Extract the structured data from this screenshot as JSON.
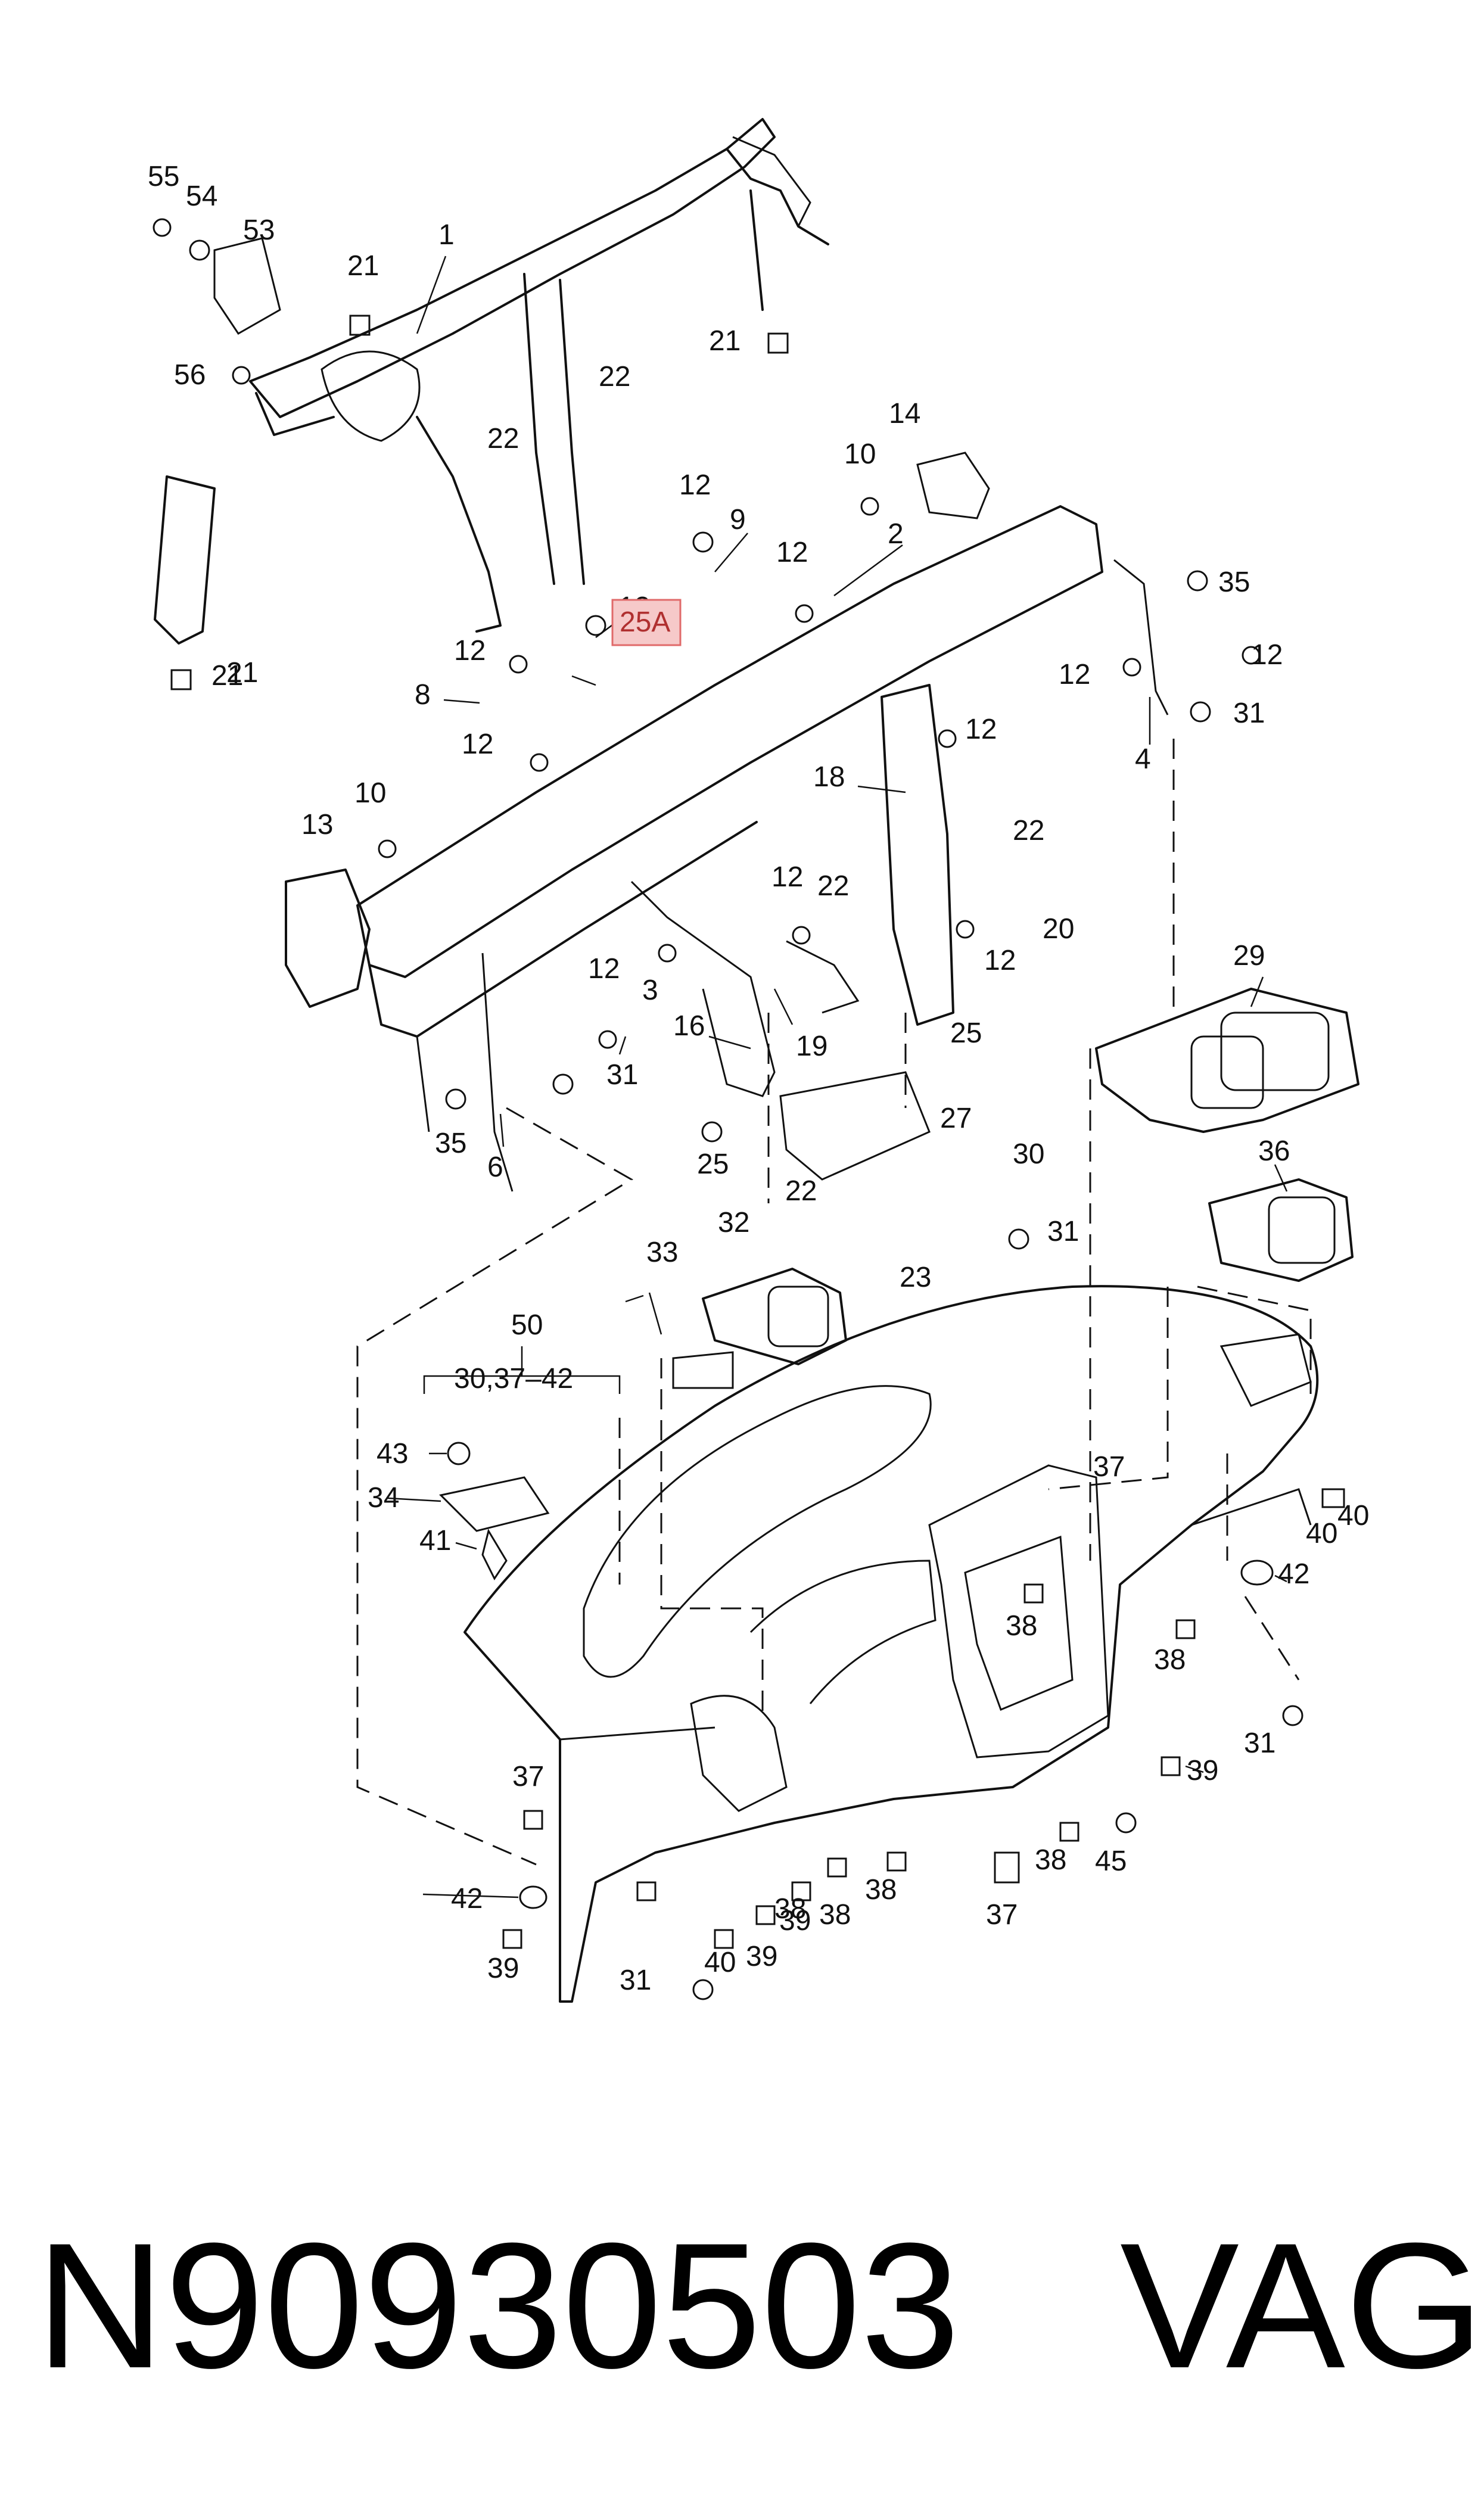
{
  "diagram": {
    "callouts": [
      "1",
      "2",
      "3",
      "4",
      "6",
      "8",
      "9",
      "10",
      "10",
      "12",
      "12",
      "12",
      "12",
      "12",
      "12",
      "12",
      "12",
      "12",
      "12",
      "12",
      "13",
      "14",
      "16",
      "18",
      "19",
      "20",
      "21",
      "21",
      "21",
      "21",
      "22",
      "22",
      "22",
      "22",
      "22",
      "23",
      "25",
      "25",
      "27",
      "29",
      "30",
      "31",
      "31",
      "31",
      "31",
      "31",
      "32",
      "33",
      "34",
      "35",
      "35",
      "36",
      "37",
      "37",
      "37",
      "38",
      "38",
      "38",
      "38",
      "38",
      "38",
      "39",
      "39",
      "39",
      "39",
      "40",
      "40",
      "40",
      "41",
      "42",
      "42",
      "43",
      "45",
      "50",
      "53",
      "54",
      "55",
      "56"
    ],
    "highlight_label": "25A",
    "group_label": "30,37–42"
  },
  "footer": {
    "part_number": "N90930503",
    "brand": "VAG"
  }
}
